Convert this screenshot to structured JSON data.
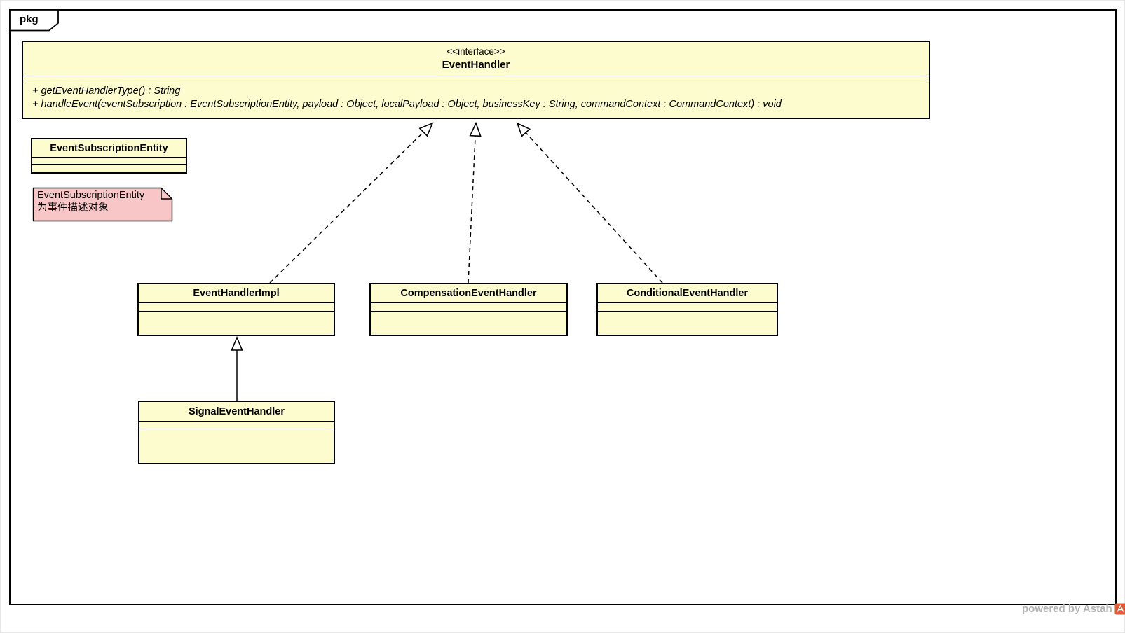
{
  "diagram": {
    "frame_label": "pkg",
    "interface": {
      "stereotype": "<<interface>>",
      "name": "EventHandler",
      "operations": [
        "+ getEventHandlerType() : String",
        "+ handleEvent(eventSubscription : EventSubscriptionEntity, payload : Object, localPayload : Object, businessKey : String, commandContext : CommandContext) : void"
      ]
    },
    "classes": {
      "event_subscription_entity": "EventSubscriptionEntity",
      "event_handler_impl": "EventHandlerImpl",
      "compensation_event_handler": "CompensationEventHandler",
      "conditional_event_handler": "ConditionalEventHandler",
      "signal_event_handler": "SignalEventHandler"
    },
    "note": {
      "line1": "EventSubscriptionEntity",
      "line2": "为事件描述对象"
    },
    "relationships": [
      {
        "type": "realization",
        "from": "EventHandlerImpl",
        "to": "EventHandler",
        "style": "dashed-hollow-triangle"
      },
      {
        "type": "realization",
        "from": "CompensationEventHandler",
        "to": "EventHandler",
        "style": "dashed-hollow-triangle"
      },
      {
        "type": "realization",
        "from": "ConditionalEventHandler",
        "to": "EventHandler",
        "style": "dashed-hollow-triangle"
      },
      {
        "type": "generalization",
        "from": "SignalEventHandler",
        "to": "EventHandlerImpl",
        "style": "solid-hollow-triangle"
      }
    ],
    "watermark": "powered by Astah",
    "colors": {
      "class_fill": "#FCFCCE",
      "note_fill": "#F8C6C6",
      "border": "#000000",
      "watermark_text": "#B3B3B3",
      "logo": "#E05A33"
    }
  }
}
